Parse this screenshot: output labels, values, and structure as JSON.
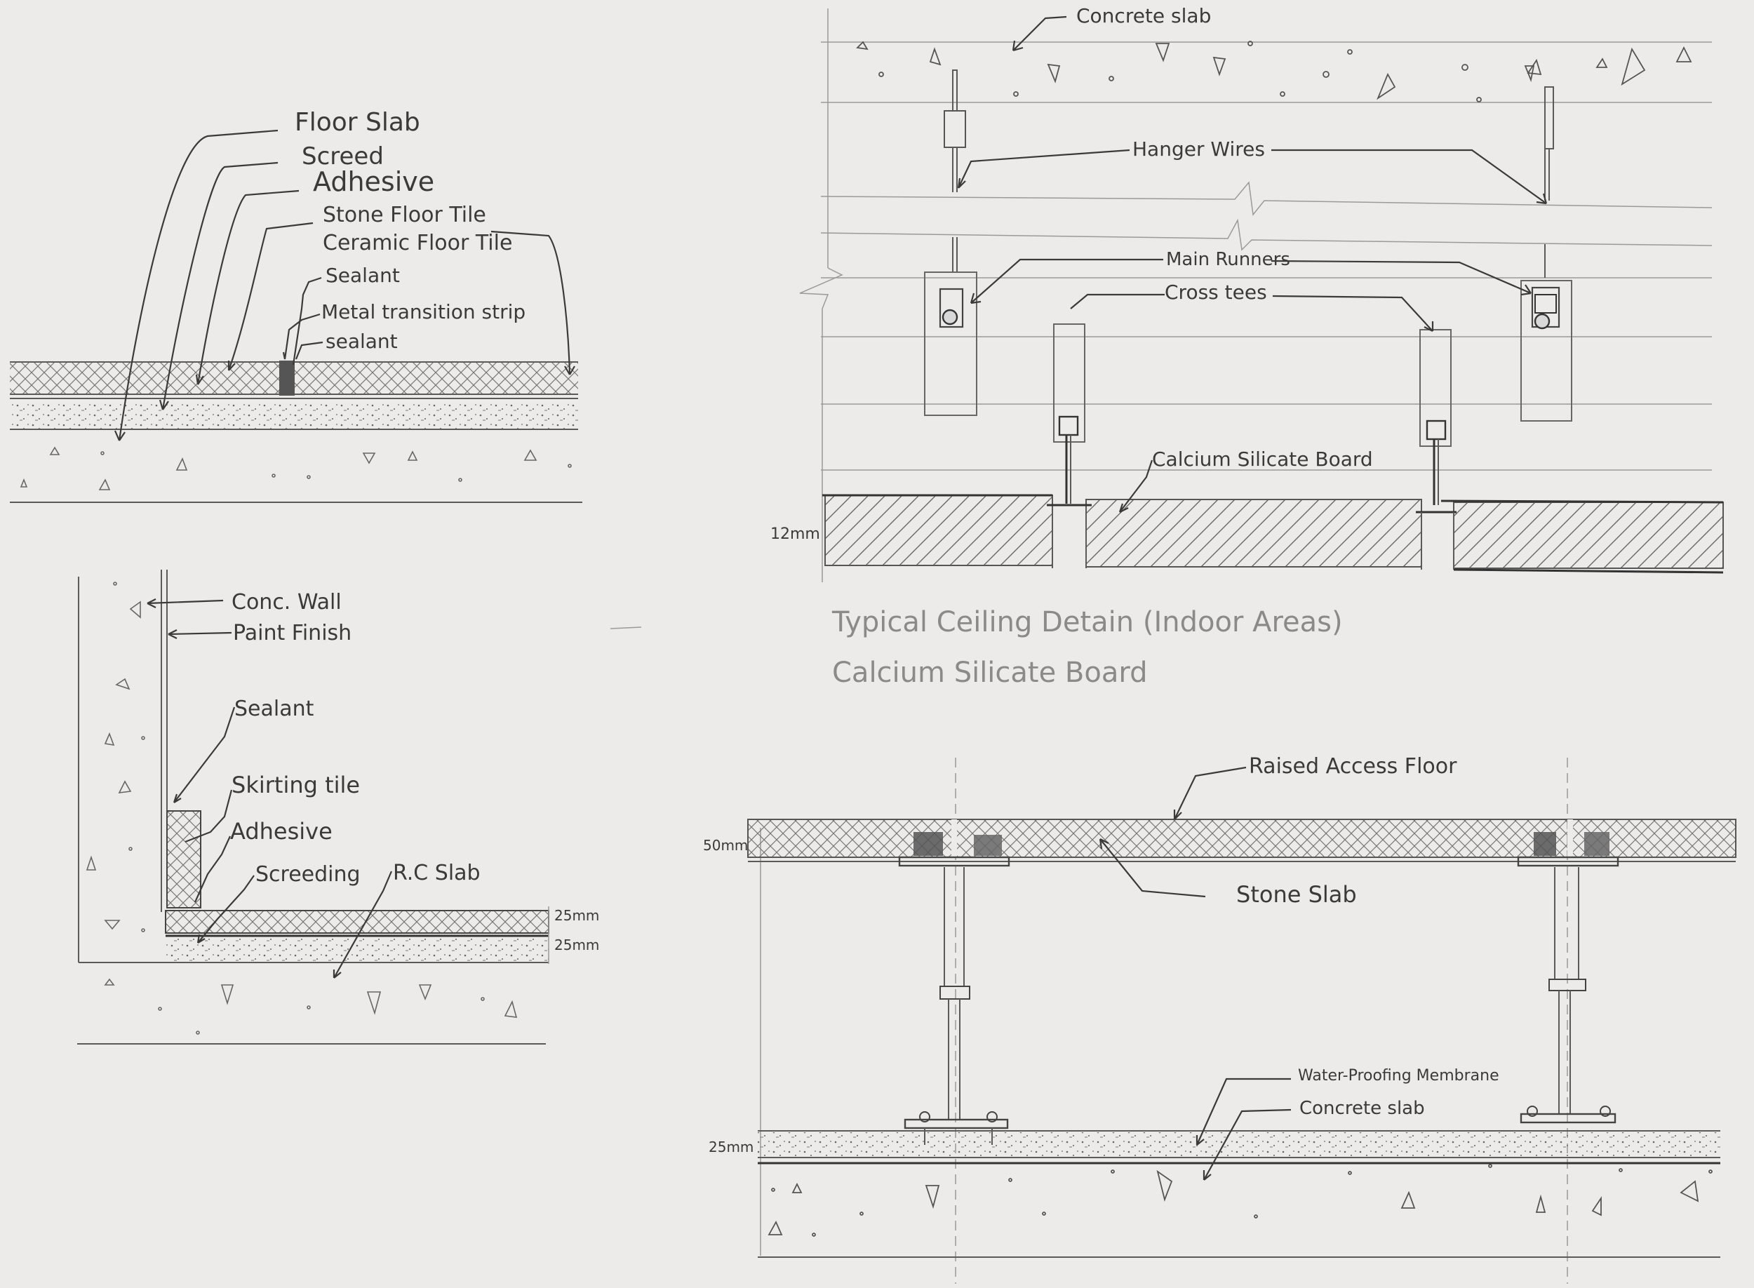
{
  "floor_detail": {
    "labels": {
      "floor_slab": "Floor Slab",
      "screed": "Screed",
      "adhesive": "Adhesive",
      "stone_floor_tile": "Stone Floor Tile",
      "ceramic_floor_tile": "Ceramic Floor Tile",
      "sealant_top": "Sealant",
      "metal_transition_strip": "Metal transition strip",
      "sealant_bottom": "sealant"
    }
  },
  "skirting_detail": {
    "labels": {
      "conc_wall": "Conc. Wall",
      "paint_finish": "Paint Finish",
      "sealant": "Sealant",
      "skirting_tile": "Skirting tile",
      "adhesive": "Adhesive",
      "screeding": "Screeding",
      "rc_slab": "R.C Slab"
    },
    "dims": {
      "top": "25mm",
      "bottom": "25mm"
    }
  },
  "ceiling_detail": {
    "labels": {
      "concrete_slab": "Concrete slab",
      "hanger_wires": "Hanger Wires",
      "main_runners": "Main Runners",
      "cross_tees": "Cross tees",
      "calcium_silicate_board": "Calcium Silicate Board"
    },
    "dim": "12mm",
    "title_line1": "Typical Ceiling Detain (Indoor Areas)",
    "title_line2": "Calcium Silicate Board"
  },
  "access_floor_detail": {
    "labels": {
      "raised_access_floor": "Raised Access Floor",
      "stone_slab": "Stone Slab",
      "waterproofing_membrane": "Water-Proofing Membrane",
      "concrete_slab": "Concrete slab"
    },
    "dims": {
      "top": "50mm",
      "bottom": "25mm"
    }
  }
}
